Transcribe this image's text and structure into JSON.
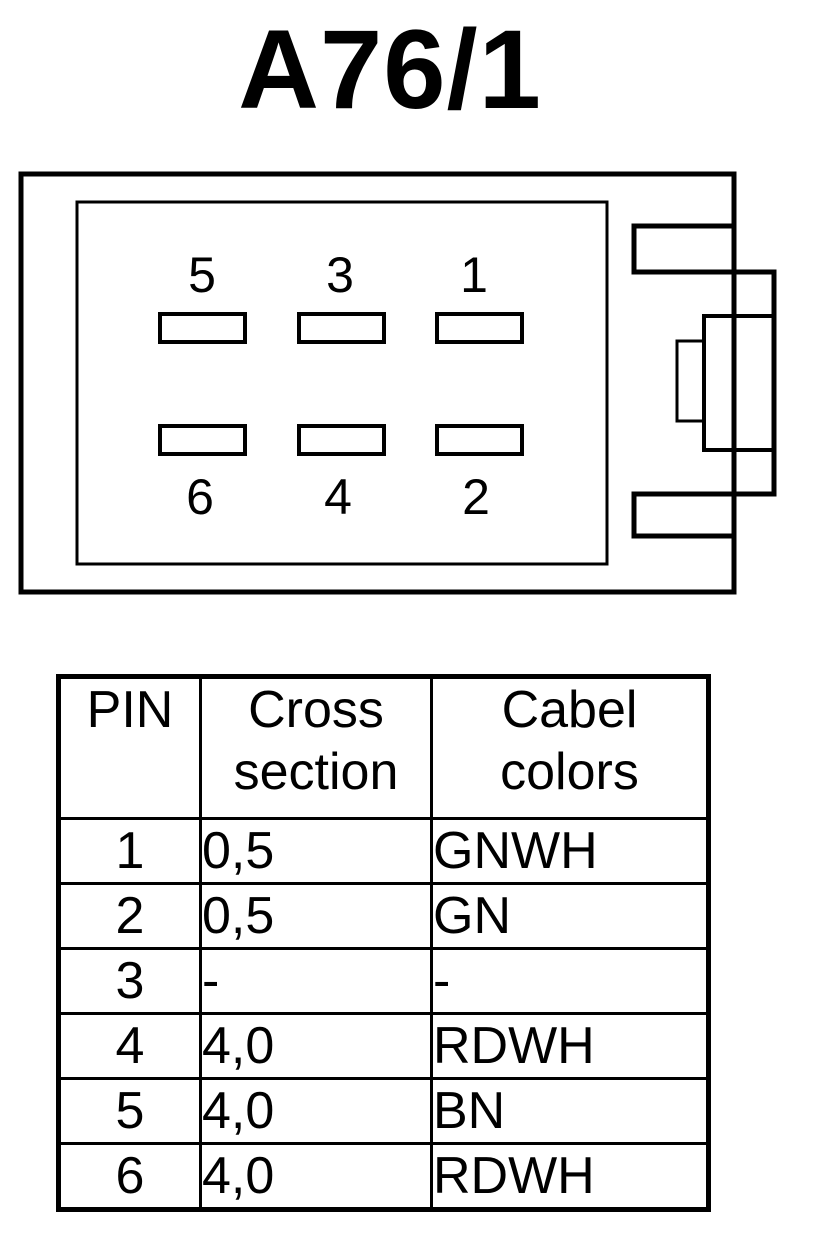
{
  "title": "A76/1",
  "connector": {
    "pins_top": [
      "5",
      "3",
      "1"
    ],
    "pins_bottom": [
      "6",
      "4",
      "2"
    ]
  },
  "table": {
    "headers": {
      "pin": "PIN",
      "cross_section": [
        "Cross",
        "section"
      ],
      "cable_colors": [
        "Cabel",
        "colors"
      ]
    },
    "rows": [
      {
        "pin": "1",
        "cross_section": "0,5",
        "color": "GNWH"
      },
      {
        "pin": "2",
        "cross_section": "0,5",
        "color": "GN"
      },
      {
        "pin": "3",
        "cross_section": "-",
        "color": "-"
      },
      {
        "pin": "4",
        "cross_section": "4,0",
        "color": "RDWH"
      },
      {
        "pin": "5",
        "cross_section": "4,0",
        "color": "BN"
      },
      {
        "pin": "6",
        "cross_section": "4,0",
        "color": "RDWH"
      }
    ]
  }
}
